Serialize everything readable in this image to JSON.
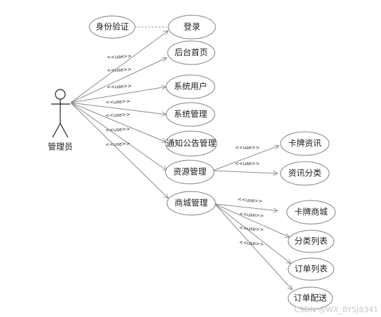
{
  "diagram": {
    "actor": {
      "label": "管理员"
    },
    "stereotype": "<<use>>",
    "use_cases": [
      {
        "id": "identity",
        "label": "身份验证"
      },
      {
        "id": "login",
        "label": "登录"
      },
      {
        "id": "admin_home",
        "label": "后台首页"
      },
      {
        "id": "system_users",
        "label": "系统用户"
      },
      {
        "id": "system_admin",
        "label": "系统管理"
      },
      {
        "id": "notice",
        "label": "通知公告管理"
      },
      {
        "id": "resources",
        "label": "资源管理"
      },
      {
        "id": "card_news",
        "label": "卡牌资讯"
      },
      {
        "id": "news_category",
        "label": "资讯分类"
      },
      {
        "id": "mall",
        "label": "商城管理"
      },
      {
        "id": "card_mall",
        "label": "卡牌商城"
      },
      {
        "id": "category_list",
        "label": "分类列表"
      },
      {
        "id": "order_list",
        "label": "订单列表"
      },
      {
        "id": "order_delivery",
        "label": "订单配送"
      }
    ]
  },
  "watermark": "CSDN @WX_BYSJ8341"
}
